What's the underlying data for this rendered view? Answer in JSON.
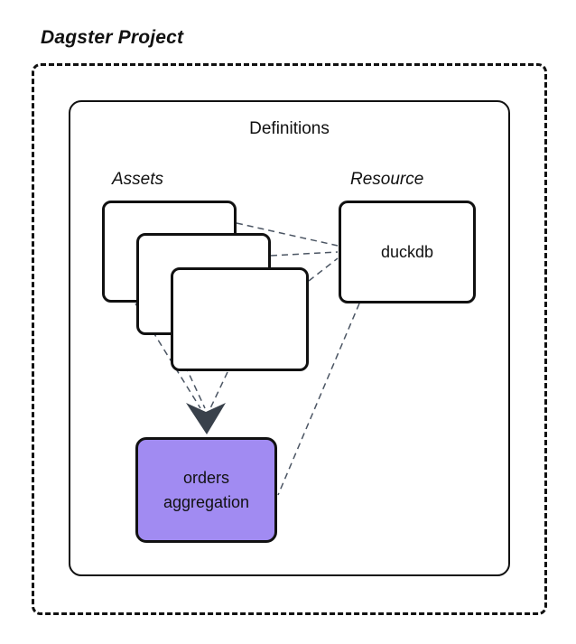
{
  "diagram": {
    "title": "Dagster Project",
    "definitions_label": "Definitions",
    "groups": {
      "assets_label": "Assets",
      "resource_label": "Resource"
    },
    "nodes": {
      "asset_cards": {
        "count": 3,
        "fill": "#ffffff"
      },
      "duckdb": {
        "label": "duckdb",
        "fill": "#ffffff"
      },
      "orders": {
        "label": "orders aggregation",
        "fill": "#a18bf2"
      }
    },
    "edges": [
      {
        "from": "asset-card-1",
        "to": "duckdb",
        "style": "dashed"
      },
      {
        "from": "asset-card-2",
        "to": "duckdb",
        "style": "dashed"
      },
      {
        "from": "asset-card-3",
        "to": "duckdb",
        "style": "dashed"
      },
      {
        "from": "asset-card-1",
        "to": "orders-aggregation",
        "style": "dashed",
        "arrow": true
      },
      {
        "from": "asset-card-2",
        "to": "orders-aggregation",
        "style": "dashed",
        "arrow": true
      },
      {
        "from": "asset-card-3",
        "to": "orders-aggregation",
        "style": "dashed",
        "arrow": true
      },
      {
        "from": "duckdb",
        "to": "orders-aggregation",
        "style": "dashed"
      }
    ],
    "colors": {
      "background": "#ffffff",
      "border": "#111111",
      "edge": "#4b5563",
      "arrowhead": "#39414b",
      "orders_fill": "#a18bf2"
    }
  }
}
